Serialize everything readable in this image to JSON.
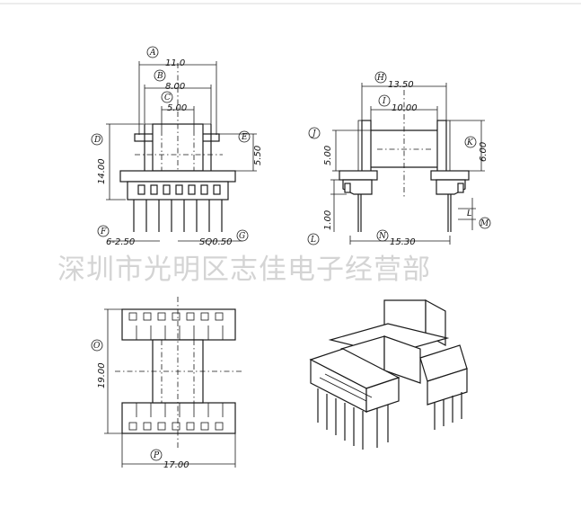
{
  "watermark": "深圳市光明区志佳电子经营部",
  "front_view": {
    "labels": {
      "A": "A",
      "B": "B",
      "C": "C",
      "D": "D",
      "E": "E",
      "F": "F",
      "G": "G"
    },
    "dims": {
      "A": "11.0",
      "B": "8.00",
      "C": "5.00",
      "D": "14.00",
      "E": "5.50",
      "F": "6-2.50",
      "G": "SQ0.50"
    }
  },
  "side_view": {
    "labels": {
      "H": "H",
      "I": "I",
      "J": "J",
      "K": "K",
      "L": "L",
      "M": "M",
      "N": "N"
    },
    "dims": {
      "H": "13.50",
      "I": "10.00",
      "J": "5.00",
      "K": "6.00",
      "L": "1.00",
      "N": "15.30",
      "M_letter": "L"
    }
  },
  "bottom_view": {
    "labels": {
      "O": "O",
      "P": "P"
    },
    "dims": {
      "O": "19.00",
      "P": "17.00"
    }
  }
}
